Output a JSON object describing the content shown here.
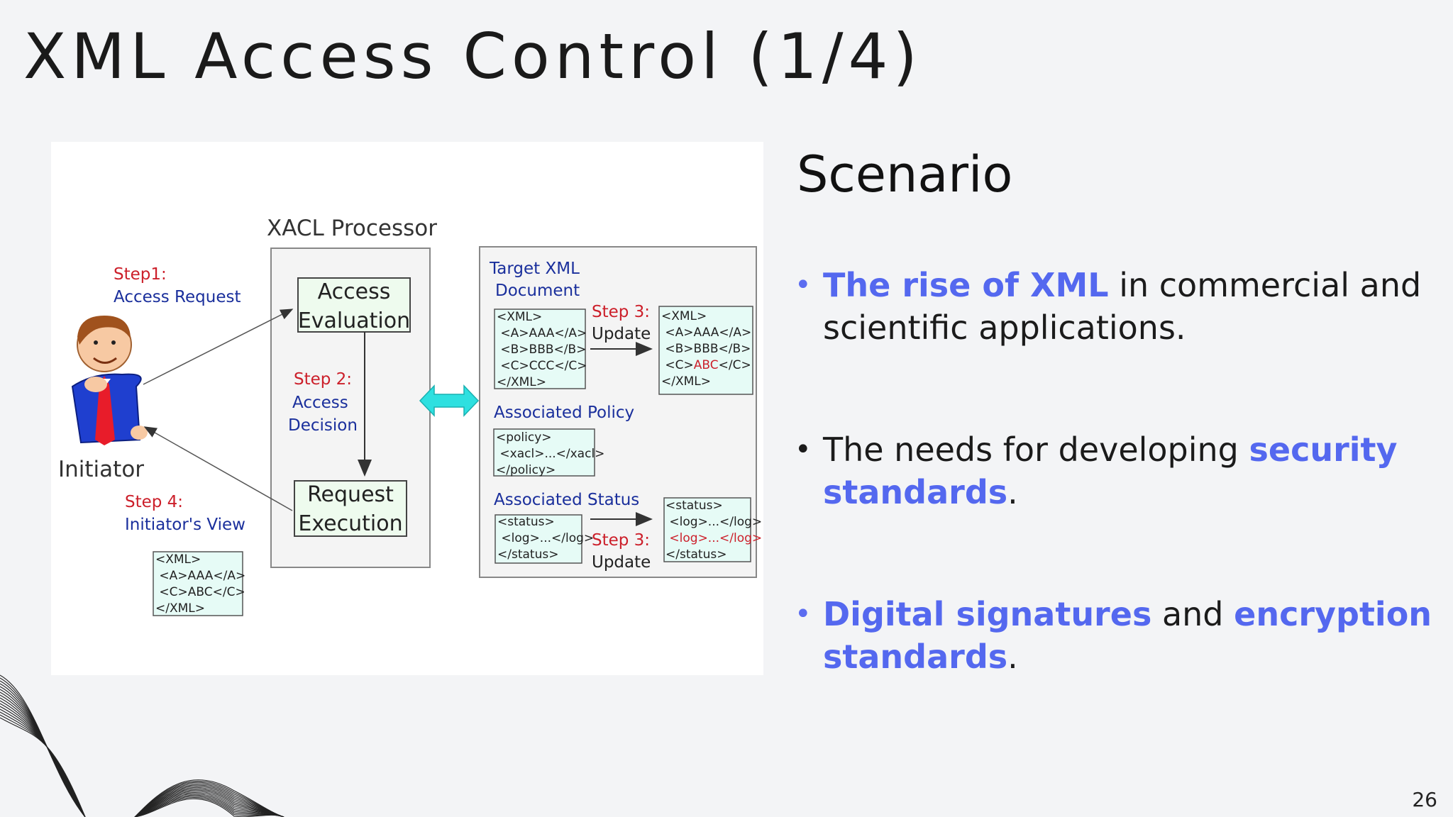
{
  "slide": {
    "title": "XML Access Control (1/4)",
    "page_number": "26"
  },
  "diagram": {
    "processor_title": "XACL Processor",
    "step1_label": "Step1:",
    "step1_text": "Access Request",
    "access_evaluation_1": "Access",
    "access_evaluation_2": "Evaluation",
    "step2_label": "Step 2:",
    "step2_text_1": "Access",
    "step2_text_2": "Decision",
    "request_execution_1": "Request",
    "request_execution_2": "Execution",
    "initiator_label": "Initiator",
    "step4_label": "Step 4:",
    "step4_text": "Initiator's View",
    "initiator_view_lines": [
      "<XML>",
      " <A>AAA</A>",
      " <C>ABC</C>",
      "</XML>"
    ],
    "target_title_1": "Target XML",
    "target_title_2": "Document",
    "target_before_lines": [
      "<XML>",
      " <A>AAA</A>",
      " <B>BBB</B>",
      " <C>CCC</C>",
      "</XML>"
    ],
    "step3a_label": "Step 3:",
    "step3a_text": "Update",
    "target_after": {
      "line1": "<XML>",
      "line2": " <A>AAA</A>",
      "line3": " <B>BBB</B>",
      "line4_pre": " <C>",
      "line4_red": "ABC",
      "line4_post": "</C>",
      "line5": "</XML>"
    },
    "policy_title": "Associated Policy",
    "policy_lines": [
      "<policy>",
      " <xacl>...</xacl>",
      "</policy>"
    ],
    "status_title": "Associated Status",
    "status_before_lines": [
      "<status>",
      " <log>...</log>",
      "</status>"
    ],
    "step3b_label": "Step 3:",
    "step3b_text": "Update",
    "status_after": {
      "line1": "<status>",
      "line2": " <log>...</log>",
      "line3_red": " <log>...</log>",
      "line4": "</status>"
    },
    "colors": {
      "step_red": "#cc1f2a",
      "step_blue": "#1a2f9c",
      "box_fill": "#e6fbf6",
      "arrow_cyan": "#2ee0e0"
    }
  },
  "scenario": {
    "heading": "Scenario",
    "bullet1": {
      "hl": "The rise of XML",
      "rest": " in commercial and scientific applications."
    },
    "bullet2": {
      "pre": "The needs for developing ",
      "hl": "security standards",
      "post": "."
    },
    "bullet3": {
      "hl1": "Digital signatures",
      "mid": " and ",
      "hl2": "encryption standards",
      "post": "."
    }
  },
  "colors": {
    "highlight": "#5468ef",
    "background": "#f3f4f6"
  }
}
